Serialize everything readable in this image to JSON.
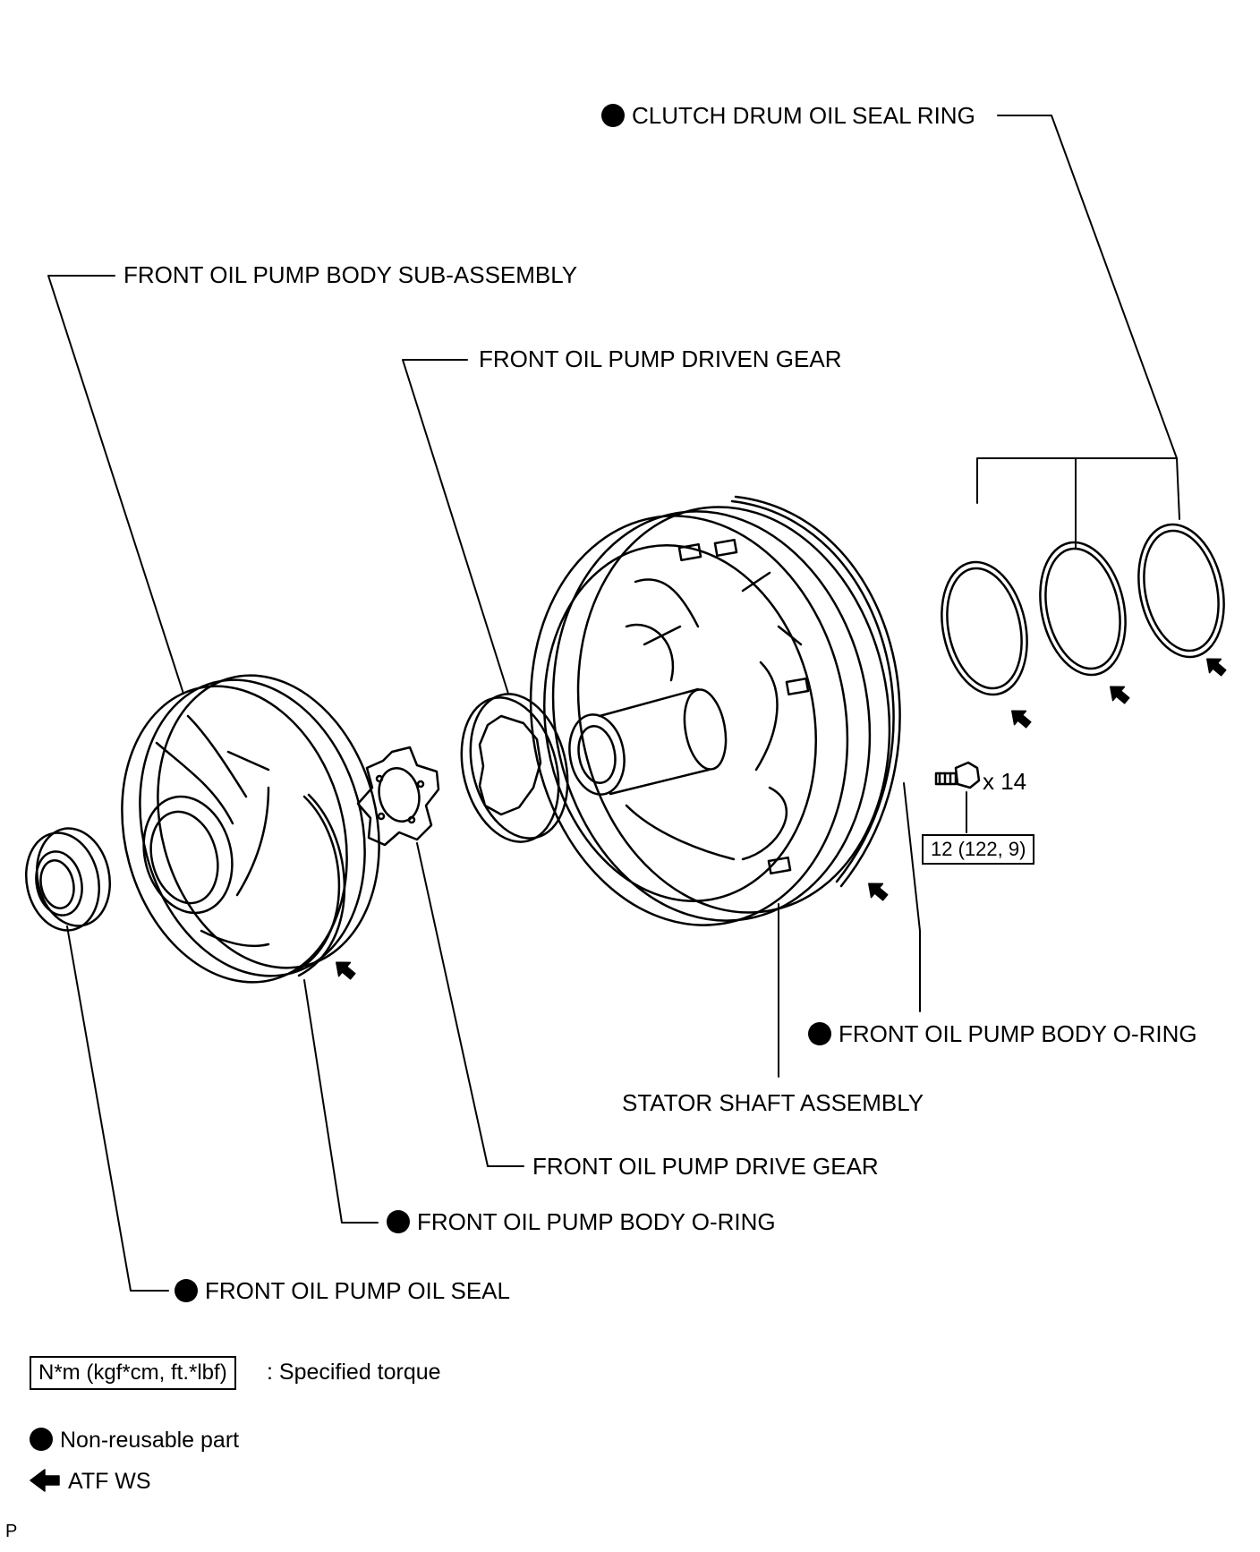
{
  "labels": {
    "clutch_drum_oil_seal_ring": "CLUTCH DRUM OIL SEAL RING",
    "front_oil_pump_body_sub_assembly": "FRONT OIL PUMP BODY SUB-ASSEMBLY",
    "front_oil_pump_driven_gear": "FRONT OIL PUMP DRIVEN GEAR",
    "front_oil_pump_body_o_ring_right": "FRONT OIL PUMP BODY O-RING",
    "stator_shaft_assembly": "STATOR SHAFT ASSEMBLY",
    "front_oil_pump_drive_gear": "FRONT OIL PUMP DRIVE GEAR",
    "front_oil_pump_body_o_ring_left": "FRONT OIL PUMP BODY O-RING",
    "front_oil_pump_oil_seal": "FRONT OIL PUMP OIL SEAL"
  },
  "bolt": {
    "quantity": "x 14",
    "torque": "12 (122, 9)"
  },
  "legend": {
    "torque_box": "N*m (kgf*cm, ft.*lbf)",
    "torque_desc": ": Specified torque",
    "non_reusable": "Non-reusable part",
    "atf": "ATF WS"
  },
  "corner_mark": "P"
}
